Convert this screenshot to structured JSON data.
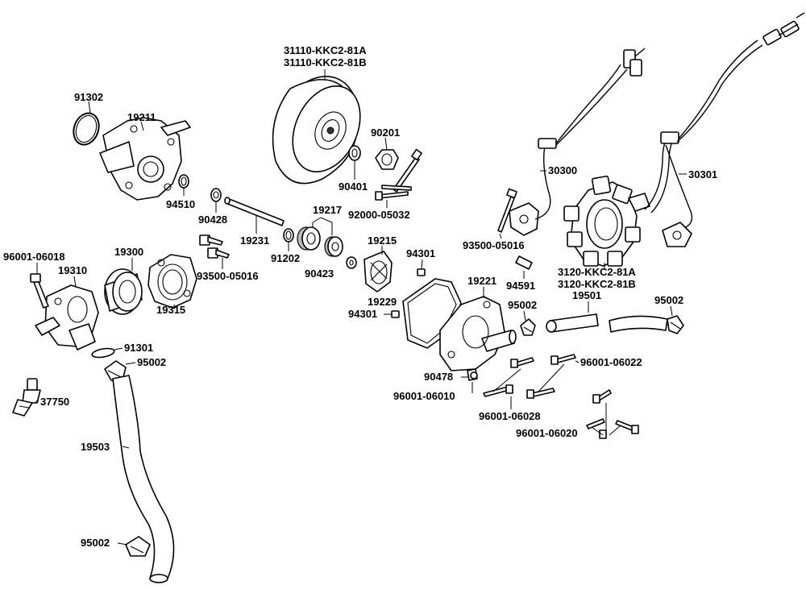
{
  "labels": {
    "l91302": "91302",
    "l19211": "19211",
    "l31110a": "31110-KKC2-81A",
    "l31110b": "31110-KKC2-81B",
    "l90201": "90201",
    "l90401": "90401",
    "l94510": "94510",
    "l90428": "90428",
    "l19231": "19231",
    "l19217": "19217",
    "l92000": "92000-05032",
    "l30300": "30300",
    "l30301": "30301",
    "l96001_06018": "96001-06018",
    "l19310": "19310",
    "l19300": "19300",
    "l93500a": "93500-05016",
    "l19315": "19315",
    "l91202": "91202",
    "l90423": "90423",
    "l19215": "19215",
    "l94301a": "94301",
    "l93500b": "93500-05016",
    "l3120a": "3120-KKC2-81A",
    "l3120b": "3120-KKC2-81B",
    "l19221": "19221",
    "l94591": "94591",
    "l19229": "19229",
    "l94301b": "94301",
    "l95002a": "95002",
    "l19501": "19501",
    "l95002b": "95002",
    "l91301": "91301",
    "l95002c": "95002",
    "l96001_06022": "96001-06022",
    "l90478": "90478",
    "l96001_06010": "96001-06010",
    "l37750": "37750",
    "l96001_06028": "96001-06028",
    "l96001_06020": "96001-06020",
    "l19503": "19503",
    "l95002d": "95002"
  }
}
